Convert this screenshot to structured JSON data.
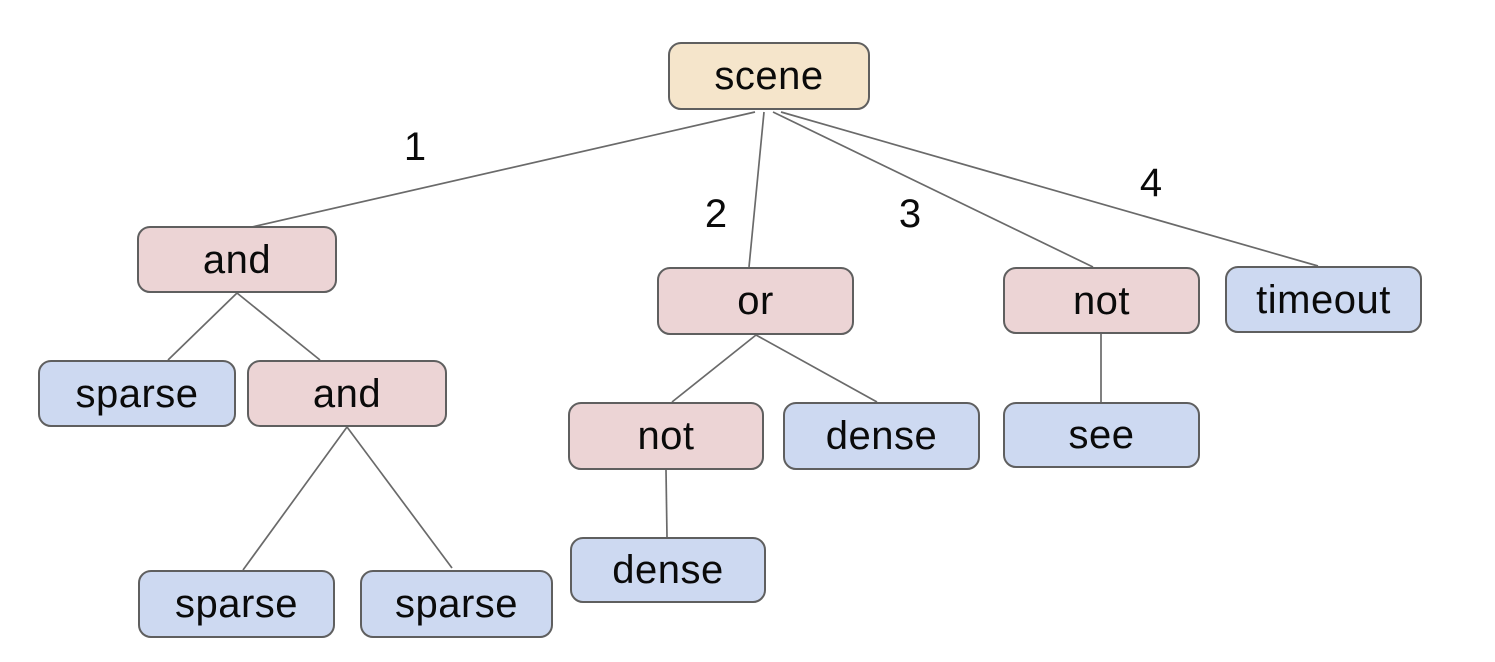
{
  "diagram": {
    "background": "#ffffff",
    "colors": {
      "root_fill": "#f5e5cb",
      "operator_fill": "#ecd4d5",
      "leaf_fill": "#cdd9f1",
      "node_border": "#5f5f5f",
      "edge_stroke": "#6a6a6a",
      "text": "#0a0a0a"
    },
    "nodes": {
      "scene": "scene",
      "and1": "and",
      "or1": "or",
      "not1": "not",
      "timeout1": "timeout",
      "sparse2a": "sparse",
      "and2": "and",
      "not2": "not",
      "dense2": "dense",
      "see2": "see",
      "dense3": "dense",
      "sparse3a": "sparse",
      "sparse3b": "sparse"
    },
    "edge_labels": {
      "branch1": "1",
      "branch2": "2",
      "branch3": "3",
      "branch4": "4"
    }
  }
}
